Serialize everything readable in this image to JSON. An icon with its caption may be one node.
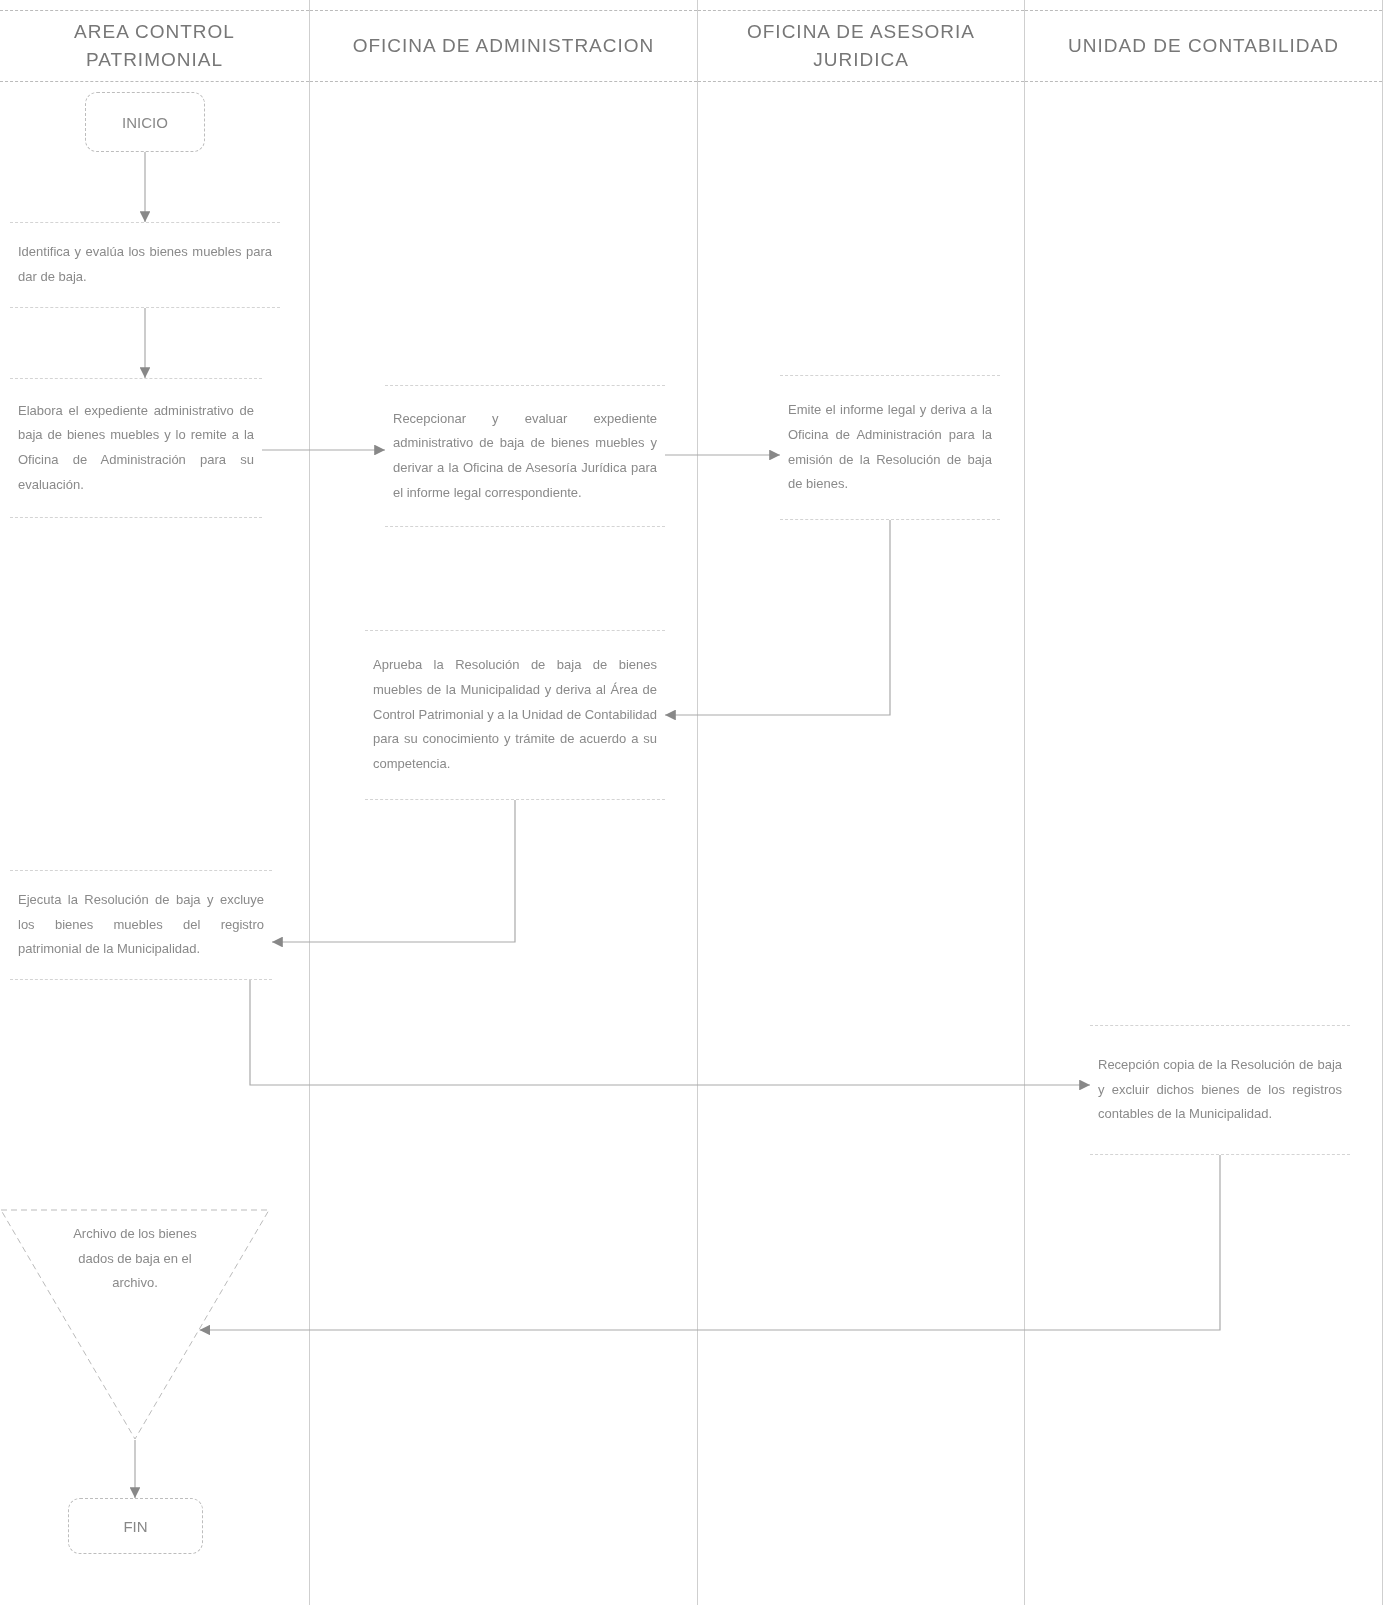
{
  "diagram": {
    "nodes": [
      {
        "text": [
          "AREA CONTROL PATRIMONIAL"
        ]
      },
      {
        "text": [
          "OFICINA DE ADMINISTRACION"
        ]
      },
      {
        "text": [
          "OFICINA DE ASESORIA JURIDICA"
        ]
      },
      {
        "text": [
          "UNIDAD DE CONTABILIDAD"
        ]
      },
      {
        "text": [
          "INICIO"
        ],
        "in": 0
      },
      {
        "text": [
          "Identifica y evalúa los bienes muebles para dar de baja."
        ],
        "in": 0
      },
      {
        "text": [
          "Elabora el expediente administrativo de baja de bienes muebles y lo remite a la Oficina de Administración para su evaluación."
        ],
        "in": 0
      },
      {
        "text": [
          "Recepcionar y evaluar expediente administrativo de baja de bienes muebles y derivar a la Oficina de Asesoría Jurídica para el informe legal correspondiente."
        ],
        "in": 1
      },
      {
        "text": [
          "Emite el informe legal y deriva a la Oficina de Administración para la emisión de la Resolución de baja de bienes."
        ],
        "in": 2
      },
      {
        "text": [
          "Aprueba la Resolución de baja de bienes muebles de la Municipalidad y deriva al Área de Control Patrimonial y a la Unidad de Contabilidad para su conocimiento y trámite de acuerdo a su competencia."
        ],
        "in": 1
      },
      {
        "text": [
          "Ejecuta la Resolución de baja y excluye los bienes muebles del registro patrimonial de la Municipalidad."
        ],
        "in": 0
      },
      {
        "text": [
          "Recepción copia de la Resolución de baja y excluir dichos bienes de los registros contables de la Municipalidad."
        ],
        "in": 3
      },
      {
        "text": [
          "Archivo de los bienes dados de baja en el archivo."
        ],
        "in": 0
      },
      {
        "text": [
          "FIN"
        ],
        "in": 0
      }
    ],
    "edges": [
      {
        "from": 4,
        "to": 5,
        "arrow": "to"
      },
      {
        "from": 5,
        "to": 6,
        "arrow": "to"
      },
      {
        "from": 6,
        "to": 7,
        "arrow": "to"
      },
      {
        "from": 7,
        "to": 8,
        "arrow": "to"
      },
      {
        "from": 8,
        "to": 9,
        "arrow": "to"
      },
      {
        "from": 9,
        "to": 10,
        "arrow": "to"
      },
      {
        "from": 10,
        "to": 11,
        "arrow": "to"
      },
      {
        "from": 11,
        "to": 12,
        "arrow": "to"
      },
      {
        "from": 12,
        "to": 13,
        "arrow": "to"
      }
    ]
  }
}
